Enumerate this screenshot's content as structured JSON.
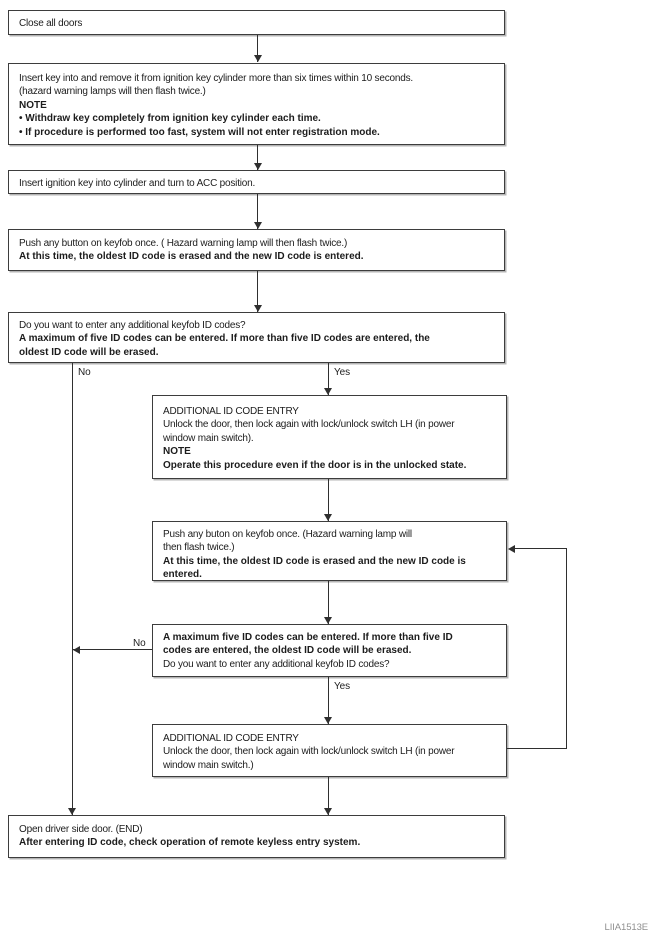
{
  "figure_code": "LIIA1513E",
  "edge_labels": {
    "no1": "No",
    "yes1": "Yes",
    "no2": "No",
    "yes2": "Yes"
  },
  "colors": {
    "line": "#2f2f2f",
    "text": "#1c1c1c",
    "box_border": "#3d3d3d",
    "box_shadow": "#b4b4b4",
    "figure_code": "#8f8f8f",
    "background": "#ffffff"
  },
  "boxes": {
    "close_all_doors": {
      "lines": [
        "Close all doors"
      ]
    },
    "insert_remove_key": {
      "lines": [
        "Insert key into and remove it from ignition key cylinder more than six times within 10 seconds.",
        "(hazard warning lamps will then flash twice.)",
        "NOTE",
        "• Withdraw key completely from ignition key cylinder each time.",
        "• If procedure is performed too fast, system will not enter registration mode."
      ]
    },
    "insert_acc": {
      "lines": [
        "Insert ignition key into cylinder and turn to ACC position."
      ]
    },
    "push_button": {
      "lines": [
        "Push any button on keyfob once. ( Hazard warning lamp will then flash twice.)",
        "At this time, the oldest ID code is erased and the new ID code is entered."
      ]
    },
    "additional_question": {
      "lines": [
        "Do you want to enter any additional keyfob ID codes?",
        "A maximum of five ID codes can be entered. If more than five ID codes are entered, the",
        "oldest ID code will be erased."
      ]
    },
    "additional_entry_1": {
      "lines": [
        "ADDITIONAL ID CODE ENTRY",
        "Unlock the door, then lock again with lock/unlock switch LH (in power",
        "window main switch).",
        "NOTE",
        "Operate this procedure even if the door is in the unlocked state."
      ]
    },
    "push_button_2": {
      "lines": [
        "Push any buton on keyfob once. (Hazard warning lamp will",
        "then flash twice.)",
        "At this time, the oldest ID code is erased and the new ID code is",
        "entered."
      ]
    },
    "max_five_question": {
      "lines": [
        "A maximum five ID codes can be entered. If more than five ID",
        "codes are entered, the oldest ID code will be erased.",
        "Do you want to enter any additional keyfob ID codes?"
      ]
    },
    "additional_entry_2": {
      "lines": [
        "ADDITIONAL ID CODE ENTRY",
        "Unlock the door, then lock again with lock/unlock switch LH (in power",
        "window main switch.)"
      ]
    },
    "open_door_end": {
      "lines": [
        "Open driver side door. (END)",
        "After entering ID code, check operation of remote keyless entry system."
      ]
    }
  }
}
